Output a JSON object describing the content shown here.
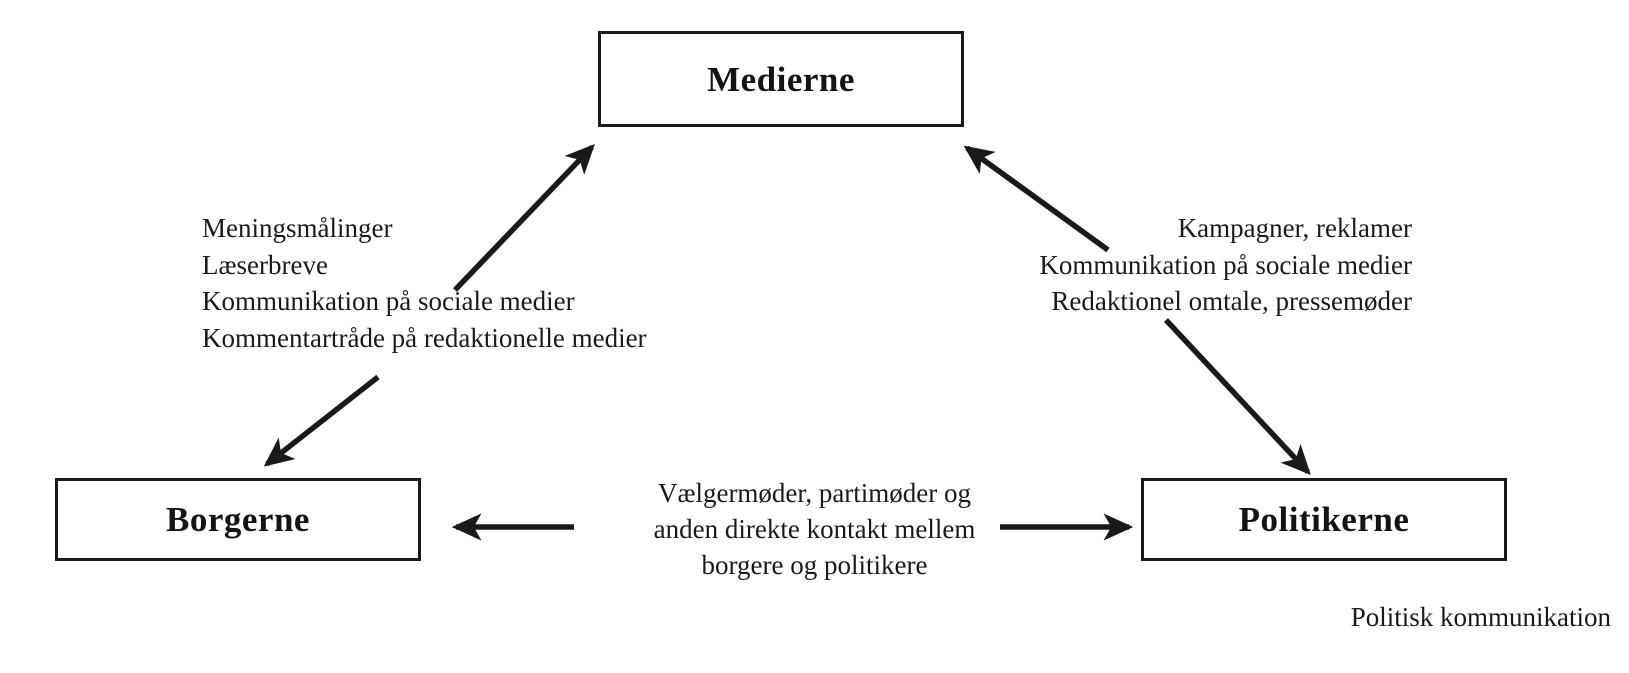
{
  "diagram": {
    "caption": "Politisk kommunikation",
    "stroke_color": "#1a1a1a",
    "background_color": "#ffffff",
    "nodes": [
      {
        "id": "medierne",
        "label": "Medierne"
      },
      {
        "id": "borgerne",
        "label": "Borgerne"
      },
      {
        "id": "politikerne",
        "label": "Politikerne"
      }
    ],
    "edge_labels": {
      "citizens_to_media": {
        "align": "left",
        "lines": [
          "Meningsmålinger",
          "Læserbreve",
          "Kommunikation på sociale medier",
          "Kommentartråde på redaktionelle medier"
        ]
      },
      "politicians_to_media": {
        "align": "right",
        "lines": [
          "Kampagner, reklamer",
          "Kommunikation på sociale medier",
          "Redaktionel omtale, pressemøder"
        ]
      },
      "citizens_politicians": {
        "align": "center",
        "lines": [
          "Vælgermøder, partimøder og",
          "anden direkte kontakt mellem",
          "borgere og politikere"
        ]
      }
    },
    "arrows": [
      {
        "id": "arrow-borgerne-to-medierne",
        "name": "arrow-up-right",
        "from": "Borgerne",
        "to": "Medierne",
        "direction": "up-right"
      },
      {
        "id": "arrow-medierne-to-borgerne",
        "name": "arrow-down-left",
        "from": "Medierne",
        "to": "Borgerne",
        "direction": "down-left"
      },
      {
        "id": "arrow-politikerne-to-medierne",
        "name": "arrow-up-left",
        "from": "Politikerne",
        "to": "Medierne",
        "direction": "up-left"
      },
      {
        "id": "arrow-medierne-to-politikerne",
        "name": "arrow-down-right",
        "from": "Medierne",
        "to": "Politikerne",
        "direction": "down-right"
      },
      {
        "id": "arrow-to-borgerne",
        "name": "arrow-left",
        "from": "Politikerne",
        "to": "Borgerne",
        "direction": "left"
      },
      {
        "id": "arrow-to-politikerne",
        "name": "arrow-right",
        "from": "Borgerne",
        "to": "Politikerne",
        "direction": "right"
      }
    ]
  }
}
